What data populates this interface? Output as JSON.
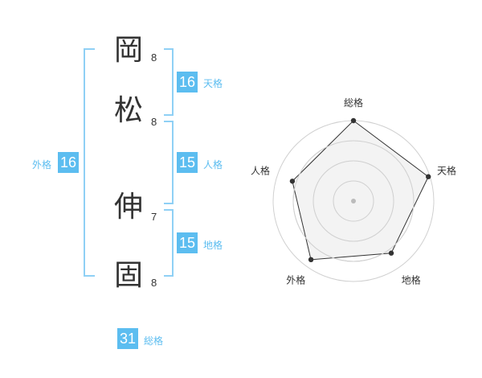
{
  "characters": [
    {
      "kanji": "岡",
      "strokes": "8"
    },
    {
      "kanji": "松",
      "strokes": "8"
    },
    {
      "kanji": "伸",
      "strokes": "7"
    },
    {
      "kanji": "固",
      "strokes": "8"
    }
  ],
  "fortunes": {
    "tenkaku": {
      "value": "16",
      "label": "天格"
    },
    "jinkaku": {
      "value": "15",
      "label": "人格"
    },
    "chikaku": {
      "value": "15",
      "label": "地格"
    },
    "gaikaku": {
      "value": "16",
      "label": "外格"
    },
    "soukaku": {
      "value": "31",
      "label": "総格"
    }
  },
  "radar": {
    "axes": [
      "総格",
      "天格",
      "地格",
      "外格",
      "人格"
    ],
    "values": [
      1.0,
      0.98,
      0.8,
      0.9,
      0.8
    ],
    "rings": 4,
    "colors": {
      "fill": "#f1f1f1",
      "line": "#333333",
      "ring": "#d0d0d0",
      "center": "#bbbbbb"
    }
  }
}
